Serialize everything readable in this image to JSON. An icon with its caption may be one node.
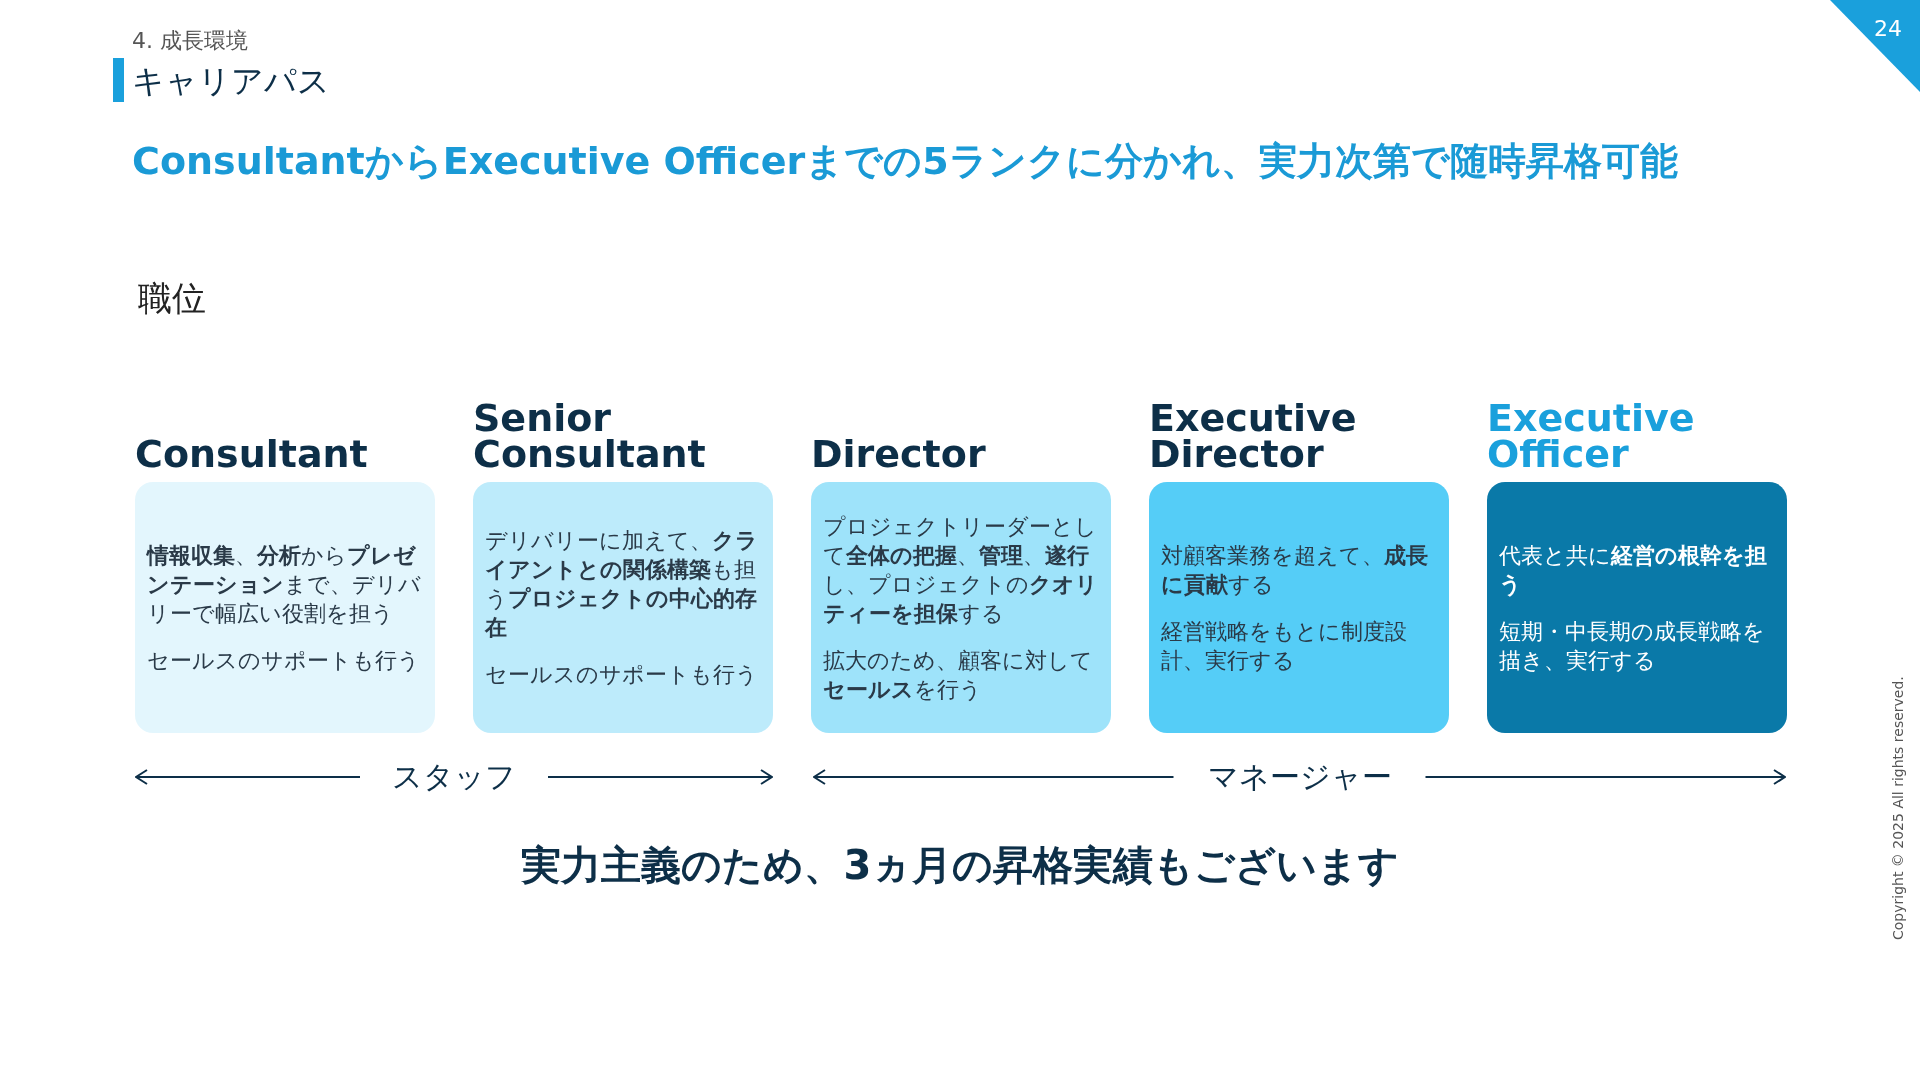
{
  "diagram": {
    "title": "ConsultantからExecutive Officerまでの5ランクに分かれ、実力次第で随時昇格可能",
    "nodes": [
      {
        "text": [
          "Consultant",
          "**情報収集**、**分析**から**プレゼンテーション**まで、デリバリーで幅広い役割を担う",
          "セールスのサポートも行う"
        ]
      },
      {
        "text": [
          "Senior Consultant",
          "デリバリーに加えて、**クライアントとの関係構築**も担う**プロジェクトの中心的存在**",
          "セールスのサポートも行う"
        ]
      },
      {
        "text": [
          "Director",
          "プロジェクトリーダーとして**全体の把握**、**管理**、**遂行**し、プロジェクトの**クオリティーを担保**する",
          "拡大のため、顧客に対して**セールス**を行う"
        ]
      },
      {
        "text": [
          "Executive Director",
          "対顧客業務を超えて、**成長に貢献**する",
          "経営戦略をもとに制度設計、実行する"
        ]
      },
      {
        "text": [
          "Executive Officer",
          "代表と共に**経営の根幹を担う**",
          "短期・中長期の成長戦略を描き、実行する"
        ]
      }
    ],
    "labels": [
      "4. 成長環境",
      "キャリアパス",
      "職位",
      "スタッフ",
      "マネージャー",
      "実力主義のため、3ヵ月の昇格実績もございます",
      "24",
      "Copyright © 2025 All rights reserved."
    ]
  }
}
